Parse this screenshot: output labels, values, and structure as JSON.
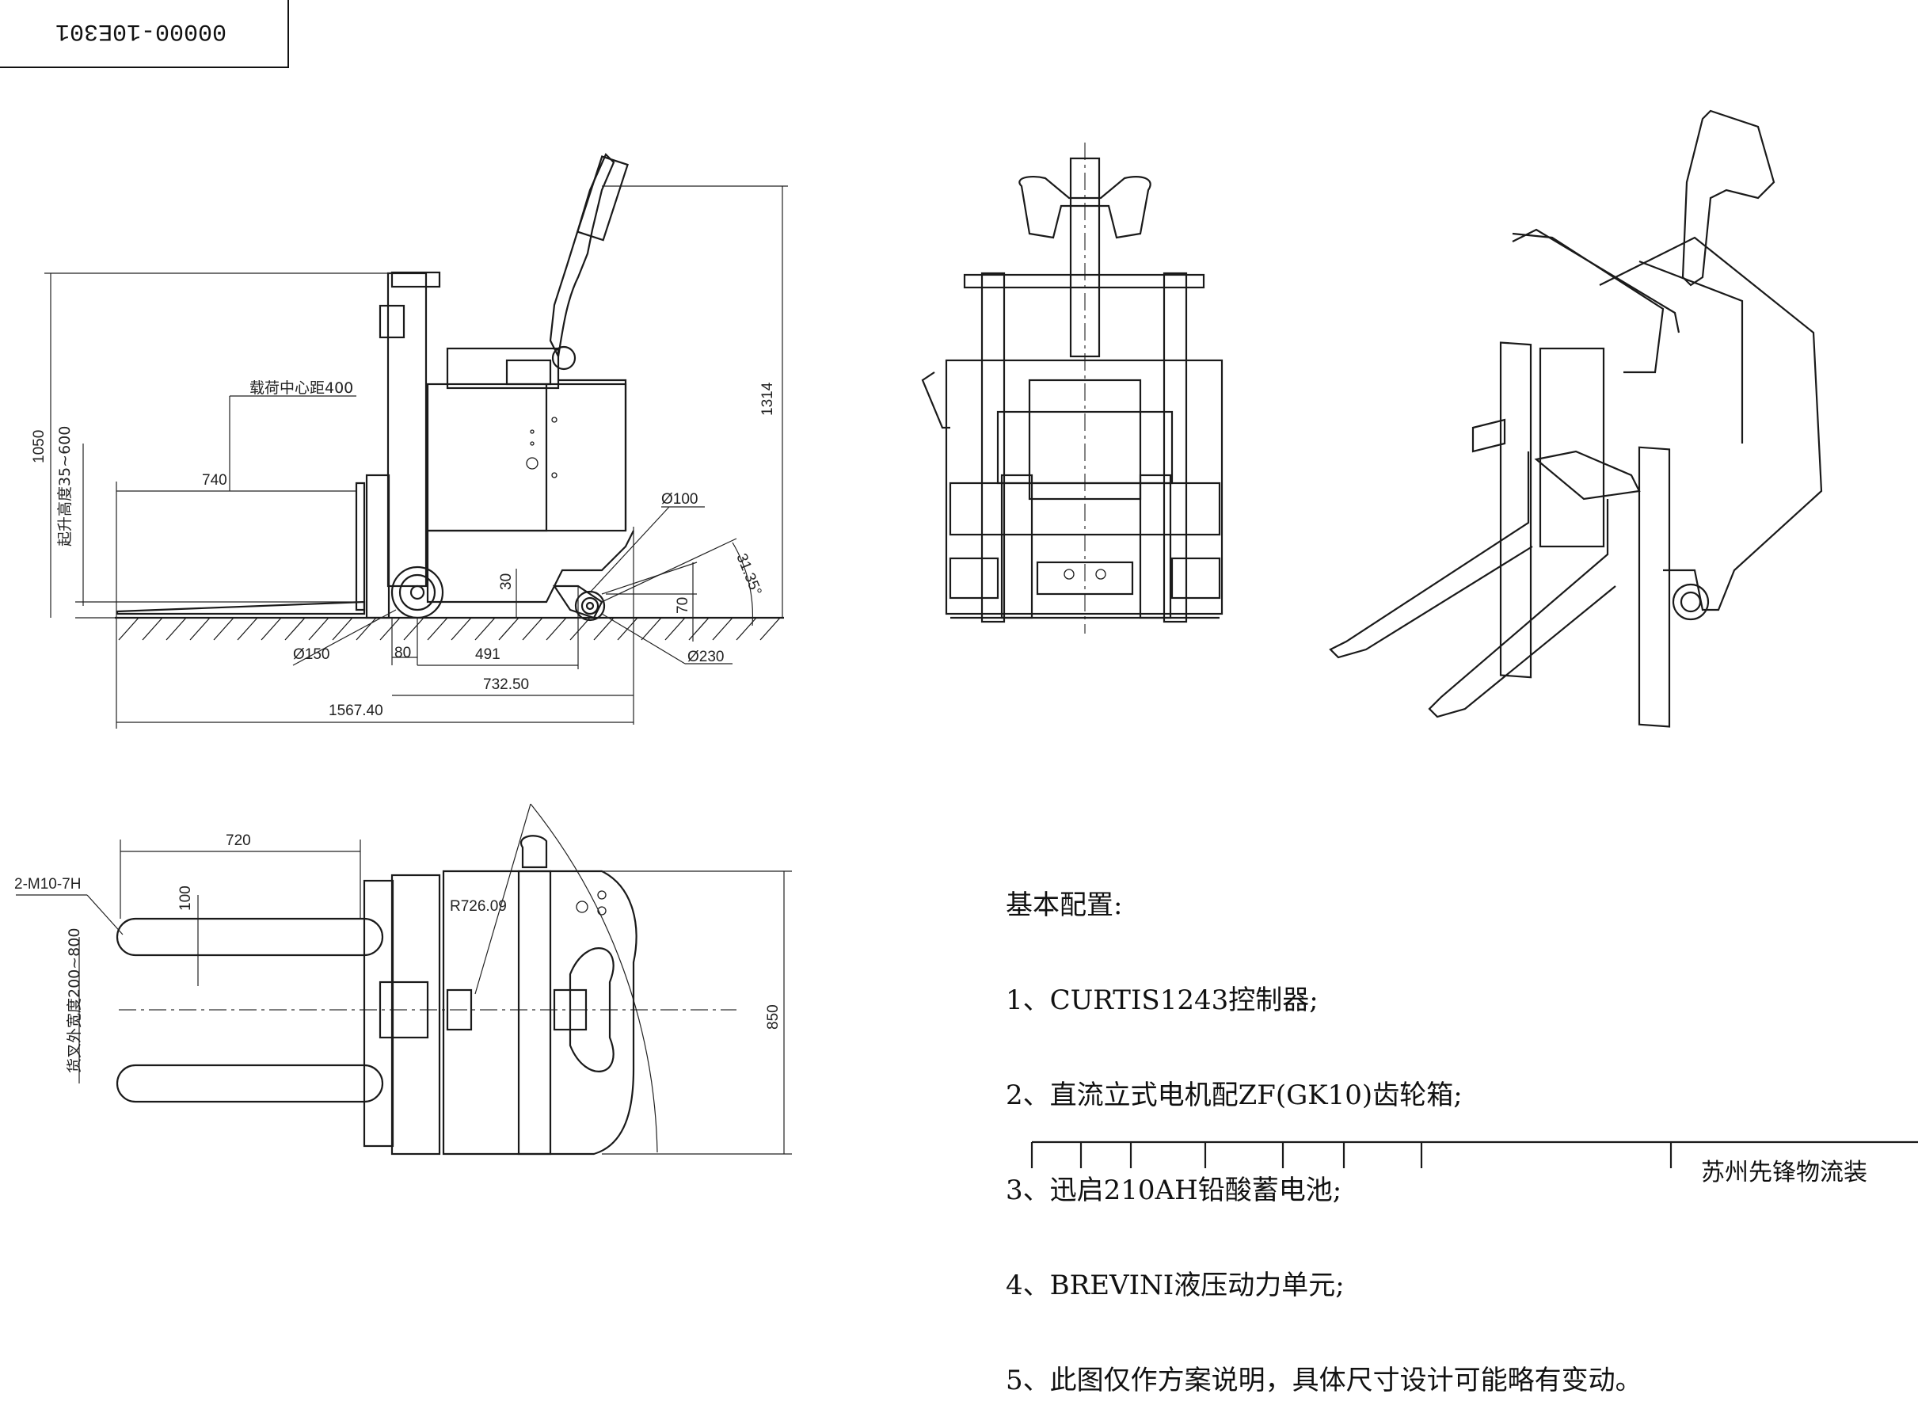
{
  "drawing_number": "00000-10E301",
  "side_view": {
    "labels": {
      "load_center": "载荷中心距400",
      "lift_height": "起升高度35~600",
      "d740": "740",
      "d1050": "1050",
      "d1314": "1314",
      "d100": "Ø100",
      "d30": "30",
      "d70": "70",
      "angle": "31.35°",
      "d150": "Ø150",
      "d230": "Ø230",
      "d80": "80",
      "d491": "491",
      "d732": "732.50",
      "d1567": "1567.40"
    }
  },
  "top_view": {
    "labels": {
      "d720": "720",
      "thread": "2-M10-7H",
      "d100": "100",
      "fork_width": "货叉外宽度200~800",
      "radius": "R726.09",
      "d850": "850"
    }
  },
  "notes": {
    "title": "基本配置:",
    "items": [
      "1、CURTIS1243控制器;",
      "2、直流立式电机配ZF(GK10)齿轮箱;",
      "3、迅启210AH铅酸蓄电池;",
      "4、BREVINI液压动力单元;",
      "5、此图仅作方案说明，具体尺寸设计可能略有变动。"
    ]
  },
  "title_block": {
    "company": "苏州先锋物流装"
  }
}
